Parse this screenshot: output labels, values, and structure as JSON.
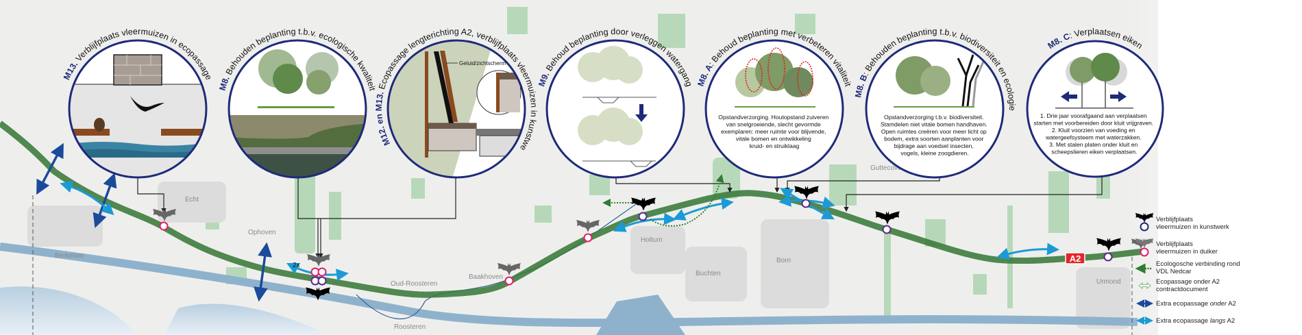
{
  "circles": [
    {
      "prefix": "M13.",
      "title": " Verblijfplaats vleermuizen in ecopassage",
      "lines": []
    },
    {
      "prefix": "M8.",
      "title": " Behouden beplanting t.b.v. ecologische kwaliteit",
      "lines": []
    },
    {
      "prefix": "M12. en M13.",
      "title": " Ecopassage lengterichting A2, verblijfplaats vleermuizen in kunstwerk",
      "lines": [],
      "callout": "Geluid/zichtscherm"
    },
    {
      "prefix": "M9.",
      "title": " Behoud beplanting door verleggen watergang",
      "lines": []
    },
    {
      "prefix": "M8. A",
      "title": ": Behoud beplanting met verbeteren vitaliteit",
      "lines": [
        "Opstandverzorging. Houtopstand zuiveren",
        "van snelgroeiende, slecht gevormde",
        "exemplaren: meer ruimte voor blijvende,",
        "vitale bomen en ontwikkeling",
        "kruid- en struiklaag"
      ]
    },
    {
      "prefix": "M8. B",
      "title": ": Behouden beplanting t.b.v. biodiversiteit en ecologie",
      "lines": [
        "Opstandverzorging t.b.v. biodiversiteit.",
        "Stamdelen niet vitale bomen handhaven.",
        "Open ruimtes creëren voor meer licht op",
        "bodem, extra soorten aanplanten voor",
        "bijdrage aan voedsel insecten,",
        "vogels, kleine zoogdieren."
      ]
    },
    {
      "prefix": "M8. C",
      "title": ": Verplaatsen eiken",
      "lines": [
        "1. Drie jaar voorafgaand aan verplaatsen",
        "starten met voorbereiden door kluit vrijgraven.",
        "2. Kluit voorzien van voeding en",
        "watergeefsysteem met waterzakken.",
        "3. Met stalen platen onder kluit en",
        "scheepslieren eiken verplaatsen."
      ]
    }
  ],
  "places": [
    "Echt",
    "Berkelaar",
    "Ophoven",
    "Oud-Roosteren",
    "Baakhoven",
    "Roosteren",
    "Holtum",
    "Buchten",
    "Born",
    "Guttecoven",
    "Urmond"
  ],
  "map": {
    "count_label": "2x",
    "road_badge": "A2"
  },
  "legend": [
    {
      "icon": "bat-black-purple-circle-icon",
      "lines": [
        "Verblijfplaats",
        "vleermuizen in kunstwerk"
      ]
    },
    {
      "icon": "bat-gray-pink-circle-icon",
      "lines": [
        "Verblijfplaats",
        "vleermuizen in duiker"
      ]
    },
    {
      "icon": "green-dashed-arrow-icon",
      "lines": [
        "Ecologosche verbinding rond",
        "VDL Nedcar"
      ]
    },
    {
      "icon": "green-outline-double-arrow-icon",
      "lines": [
        "Ecopassage onder A2",
        "contractdocument"
      ]
    },
    {
      "icon": "dark-blue-double-arrow-icon",
      "lines": [
        "Extra ecopassage ",
        "onder",
        " A2"
      ]
    },
    {
      "icon": "light-blue-double-arrow-icon",
      "lines": [
        "Extra ecopassage ",
        "langs",
        " A2"
      ]
    }
  ],
  "colors": {
    "navy": "#1f2a7a",
    "duiker_pink": "#e0206a",
    "kunstwerk_purple": "#5b2a8c",
    "onder_blue": "#1b4a9a",
    "langs_blue": "#1c9ad6",
    "eco_green": "#2e7d32",
    "badge_red": "#e3262b"
  }
}
